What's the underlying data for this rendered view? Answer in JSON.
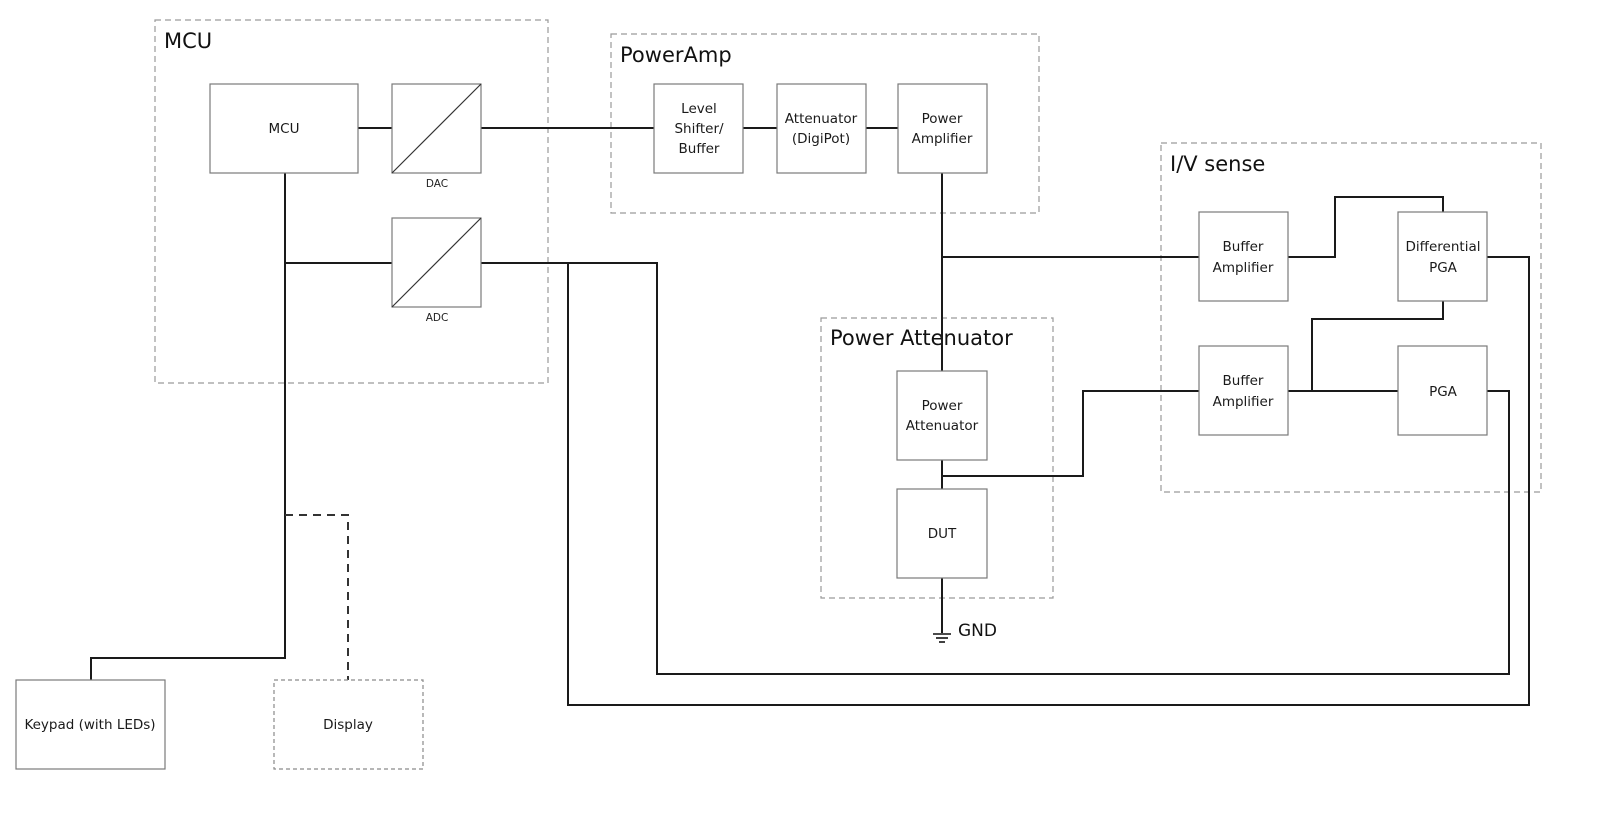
{
  "diagram": {
    "groups": {
      "mcu": {
        "title": "MCU"
      },
      "poweramp": {
        "title": "PowerAmp"
      },
      "ivsense": {
        "title": "I/V sense"
      },
      "power_attenuator": {
        "title": "Power Attenuator"
      }
    },
    "blocks": {
      "mcu": {
        "lines": [
          "MCU"
        ]
      },
      "dac": {
        "caption": "DAC"
      },
      "adc": {
        "caption": "ADC"
      },
      "level_shifter": {
        "lines": [
          "Level",
          "Shifter/",
          "Buffer"
        ]
      },
      "attenuator": {
        "lines": [
          "Attenuator",
          "(DigiPot)"
        ]
      },
      "power_amplifier": {
        "lines": [
          "Power",
          "Amplifier"
        ]
      },
      "buffer_amp_1": {
        "lines": [
          "Buffer",
          "Amplifier"
        ]
      },
      "differential_pga": {
        "lines": [
          "Differential",
          "PGA"
        ]
      },
      "buffer_amp_2": {
        "lines": [
          "Buffer",
          "Amplifier"
        ]
      },
      "pga": {
        "lines": [
          "PGA"
        ]
      },
      "power_attenuator": {
        "lines": [
          "Power",
          "Attenuator"
        ]
      },
      "dut": {
        "lines": [
          "DUT"
        ]
      },
      "keypad": {
        "lines": [
          "Keypad (with LEDs)"
        ]
      },
      "display": {
        "lines": [
          "Display"
        ]
      }
    },
    "ground": {
      "label": "GND"
    }
  }
}
